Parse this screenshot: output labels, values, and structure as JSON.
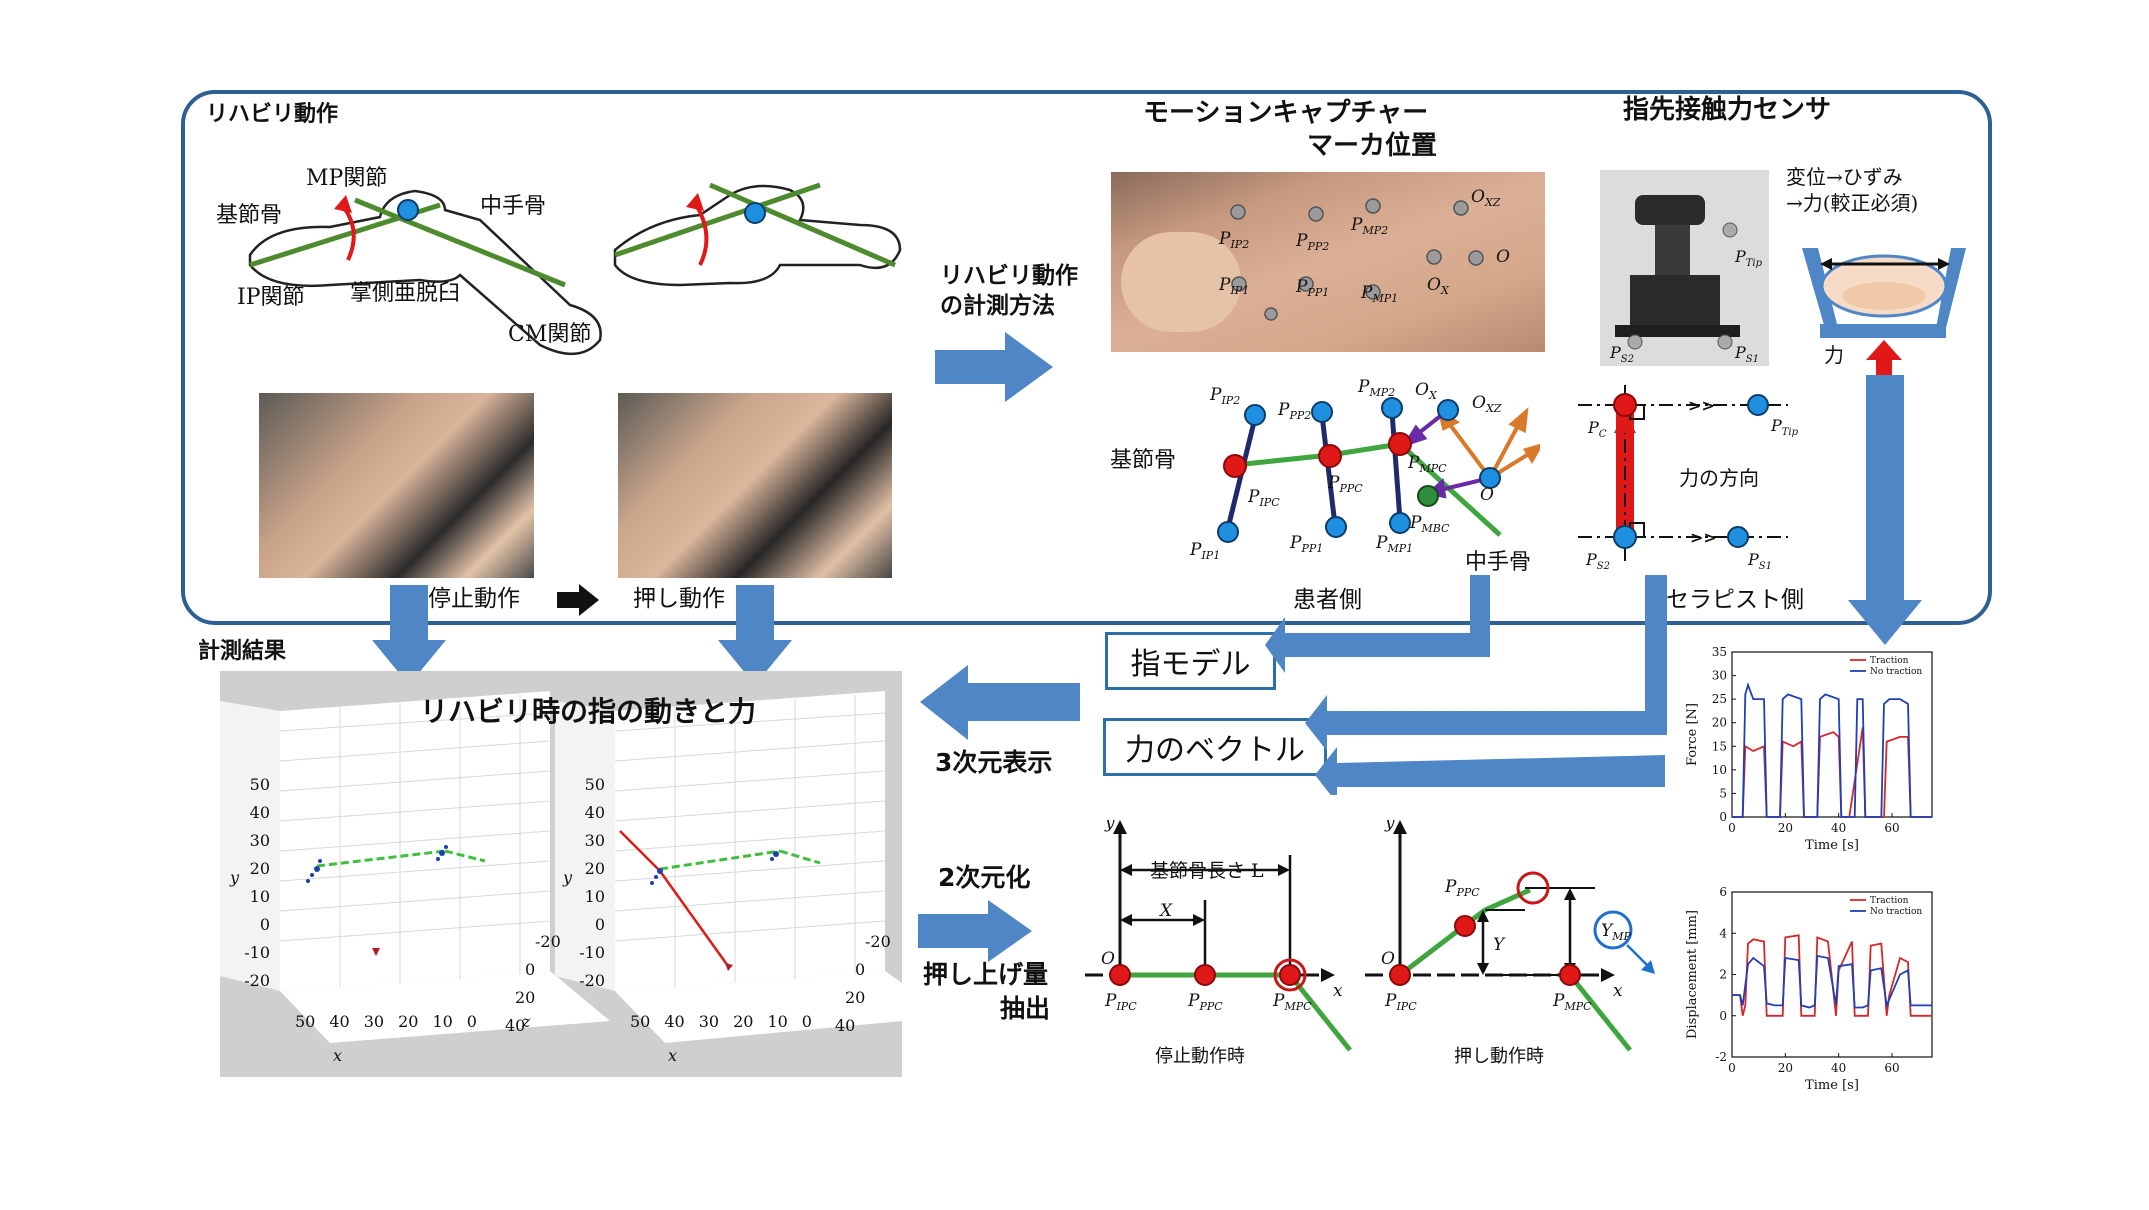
{
  "rehab": {
    "section_title": "リハビリ動作",
    "labels": {
      "proximal_phalanx": "基節骨",
      "mp_joint": "MP関節",
      "metacarpal": "中手骨",
      "ip_joint": "IP関節",
      "palmar_subluxation": "掌側亜脱臼",
      "cm_joint": "CM関節"
    },
    "measure_method": [
      "リハビリ動作",
      "の計測方法"
    ],
    "rest_action": "停止動作",
    "push_action": "押し動作"
  },
  "mocap": {
    "title": [
      "モーションキャプチャー",
      "マーカ位置"
    ],
    "marker_labels": [
      "P_IP2",
      "P_PP2",
      "P_MP2",
      "O_XZ",
      "P_IP1",
      "P_PP1",
      "P_MP1",
      "O_X",
      "O"
    ],
    "model_labels": {
      "proximal_phalanx": "基節骨",
      "metacarpal": "中手骨",
      "patient_side": "患者側"
    }
  },
  "sensor": {
    "title": "指先接触力センサ",
    "note": [
      "変位→ひずみ",
      "→力(較正必須)"
    ],
    "force_label": "力",
    "force_direction": "力の方向",
    "therapist_side": "セラピスト側"
  },
  "results": {
    "section_title": "計測結果",
    "plot_title": "リハビリ時の指の動きと力",
    "finger_model": "指モデル",
    "force_vector": "力のベクトル",
    "display_3d": "3次元表示",
    "to_2d": "2次元化",
    "extract": [
      "押し上げ量",
      "抽出"
    ],
    "length_label": "基節骨長さ L",
    "rest_time": "停止動作時",
    "push_time": "押し動作時"
  },
  "plot3d": {
    "y_ticks": [
      "50",
      "40",
      "30",
      "20",
      "10",
      "0",
      "-10",
      "-20"
    ],
    "x_ticks": [
      "50",
      "40",
      "30",
      "20",
      "10",
      "0"
    ],
    "z_ticks": [
      "-20",
      "0",
      "20",
      "40"
    ],
    "axis_x": "x",
    "axis_y": "y",
    "axis_z": "z"
  },
  "chart_data": [
    {
      "type": "line",
      "ylabel": "Force [N]",
      "xlabel": "Time [s]",
      "ylim": [
        0,
        35
      ],
      "xlim": [
        0,
        75
      ],
      "y_ticks": [
        0,
        5,
        10,
        15,
        20,
        25,
        30,
        35
      ],
      "x_ticks": [
        0,
        20,
        40,
        60
      ],
      "legend": "top-right",
      "series": [
        {
          "name": "Traction",
          "color": "#d62728",
          "x": [
            0,
            4,
            5,
            8,
            12,
            13,
            18,
            19,
            23,
            26,
            27,
            32,
            33,
            38,
            40,
            41,
            44,
            49,
            50,
            57,
            58,
            63,
            66,
            67,
            72,
            73,
            75
          ],
          "y": [
            0,
            0,
            15,
            14,
            15,
            0,
            0,
            16,
            15,
            16,
            0,
            0,
            17,
            18,
            17,
            0,
            0,
            19,
            0,
            0,
            16,
            17,
            17,
            0,
            0,
            0,
            0
          ]
        },
        {
          "name": "No traction",
          "color": "#1f3fb4",
          "x": [
            0,
            4,
            5,
            6,
            8,
            12,
            13,
            18,
            19,
            21,
            26,
            27,
            32,
            33,
            35,
            40,
            41,
            46,
            47,
            49,
            50,
            56,
            57,
            59,
            63,
            66,
            67,
            75
          ],
          "y": [
            0,
            0,
            26,
            28,
            25,
            25,
            0,
            0,
            25,
            26,
            25,
            0,
            0,
            25,
            26,
            25,
            0,
            0,
            25,
            25,
            0,
            0,
            24,
            25,
            25,
            24,
            0,
            0
          ]
        }
      ]
    },
    {
      "type": "line",
      "ylabel": "Displacement [mm]",
      "xlabel": "Time [s]",
      "ylim": [
        -2,
        6
      ],
      "xlim": [
        0,
        75
      ],
      "y_ticks": [
        -2,
        0,
        2,
        4,
        6
      ],
      "x_ticks": [
        0,
        20,
        40,
        60
      ],
      "legend": "top-right",
      "series": [
        {
          "name": "Traction",
          "color": "#d62728",
          "x": [
            0,
            3,
            4,
            5,
            6,
            8,
            12,
            13,
            16,
            19,
            20,
            25,
            26,
            29,
            31,
            32,
            36,
            39,
            40,
            45,
            46,
            49,
            51,
            52,
            56,
            58,
            59,
            63,
            66,
            67,
            72,
            75
          ],
          "y": [
            1,
            1,
            0,
            0.5,
            3.5,
            3.7,
            3.6,
            0,
            0,
            0,
            3.8,
            3.9,
            0,
            0,
            0,
            3.8,
            3.6,
            0,
            2.2,
            3.6,
            0,
            0,
            0,
            3.4,
            3.5,
            0,
            1,
            2.8,
            2.6,
            0,
            0,
            0
          ]
        },
        {
          "name": "No traction",
          "color": "#1f3fb4",
          "x": [
            0,
            3,
            4,
            6,
            8,
            12,
            13,
            16,
            19,
            20,
            25,
            26,
            29,
            31,
            32,
            36,
            39,
            40,
            45,
            46,
            49,
            51,
            52,
            56,
            58,
            59,
            63,
            66,
            67,
            72,
            75
          ],
          "y": [
            1,
            1,
            0.5,
            2.5,
            2.8,
            2.4,
            0.6,
            0.5,
            0.5,
            2.8,
            2.7,
            0.5,
            0.4,
            0.5,
            2.9,
            2.8,
            0.5,
            2.4,
            2.5,
            0.4,
            0.4,
            0.5,
            2.2,
            2.3,
            0.5,
            0.8,
            2.0,
            2.2,
            0.5,
            0.5,
            0.5
          ]
        }
      ]
    }
  ],
  "colors": {
    "panel_border": "#2e5f95",
    "arrow_blue": "#4f86c6",
    "bone_green": "#4e8b2e",
    "marker_blue": "#1f8fe0",
    "joint_red": "#e01818",
    "vector_orange": "#d97a2a",
    "vector_purple": "#6a2aa8"
  }
}
